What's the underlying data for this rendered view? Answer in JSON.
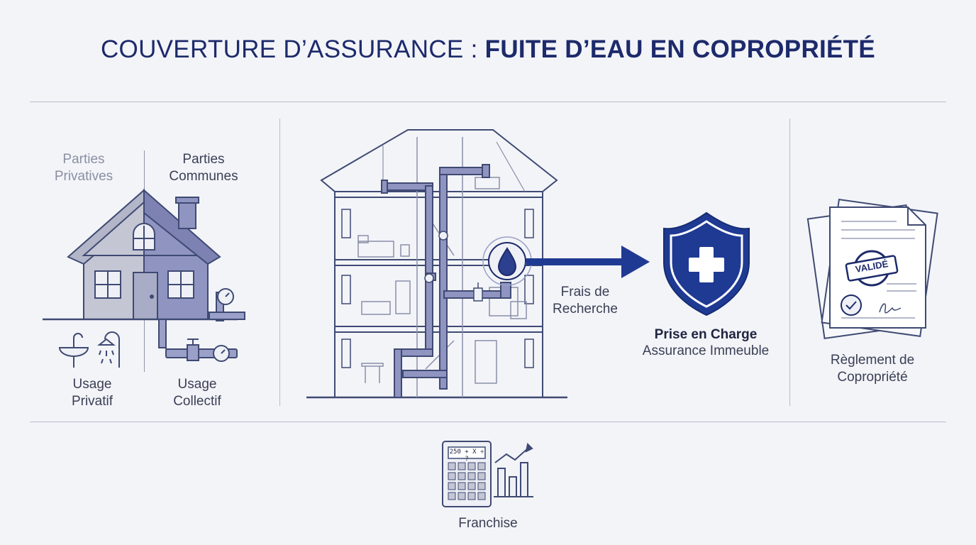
{
  "title": {
    "part1": "COUVERTURE D’ASSURANCE :",
    "part2": "FUITE D’EAU EN COPROPRIÉTÉ"
  },
  "left": {
    "private_parts": [
      "Parties",
      "Privatives"
    ],
    "common_parts": [
      "Parties",
      "Communes"
    ],
    "private_use": [
      "Usage",
      "Privatif"
    ],
    "collective_use": [
      "Usage",
      "Collectif"
    ]
  },
  "center": {
    "search_costs": [
      "Frais de",
      "Recherche"
    ],
    "coverage_title": "Prise en Charge",
    "coverage_sub": "Assurance Immeuble"
  },
  "right": {
    "stamp": "VALIDÉ",
    "regulation": [
      "Règlement de",
      "Copropriété"
    ]
  },
  "bottom": {
    "calc_display": "250 + X ÷ ?",
    "deductible": "Franchise"
  },
  "colors": {
    "navy": "#1d2a6b",
    "shield": "#1f3a93",
    "house_private": "#c4c6d4",
    "house_common": "#8f94c0",
    "line": "#3f4a73"
  }
}
